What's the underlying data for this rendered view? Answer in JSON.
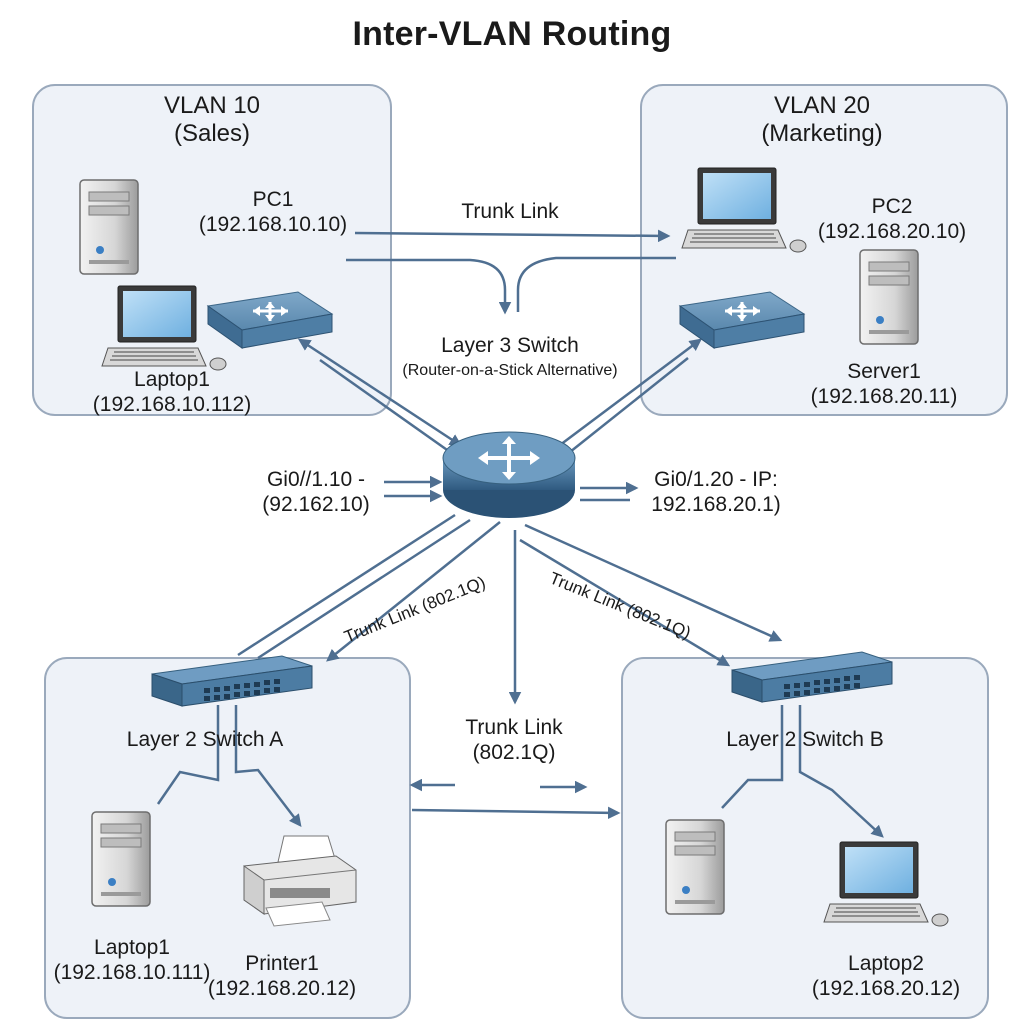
{
  "title": "Inter-VLAN Routing",
  "vlan10": {
    "name": "VLAN 10",
    "dept": "(Sales)"
  },
  "vlan20": {
    "name": "VLAN 20",
    "dept": "(Marketing)"
  },
  "pc1": {
    "name": "PC1",
    "ip": "(192.168.10.10)"
  },
  "pc2": {
    "name": "PC2",
    "ip": "(192.168.20.10)"
  },
  "laptop1_top": {
    "name": "Laptop1",
    "ip": "(192.168.10.112)"
  },
  "server1": {
    "name": "Server1",
    "ip": "(192.168.20.11)"
  },
  "trunk_top": "Trunk Link",
  "l3": {
    "name": "Layer 3 Switch",
    "note": "(Router-on-a-Stick Alternative)"
  },
  "gi_left": {
    "line1": "Gi0//1.10 -",
    "line2": "(92.162.10)"
  },
  "gi_right": {
    "line1": "Gi0/1.20 - IP:",
    "line2": "192.168.20.1)"
  },
  "trunk_left": "Trunk Link (802.1Q)",
  "trunk_right": "Trunk Link (802.1Q)",
  "trunk_center": {
    "line1": "Trunk Link",
    "line2": "(802.1Q)"
  },
  "switch_a": "Layer 2 Switch A",
  "switch_b": "Layer 2 Switch B",
  "laptop1_bottom": {
    "name": "Laptop1",
    "ip": "(192.168.10.111)"
  },
  "printer1": {
    "name": "Printer1",
    "ip": "(192.168.20.12)"
  },
  "laptop2": {
    "name": "Laptop2",
    "ip": "(192.168.20.12)"
  },
  "colors": {
    "panel_fill": "#eef2f8",
    "panel_stroke": "#9aa9bc",
    "link": "#4f6f91",
    "device_blue": "#4a7aa3",
    "device_dark": "#2f5677"
  }
}
